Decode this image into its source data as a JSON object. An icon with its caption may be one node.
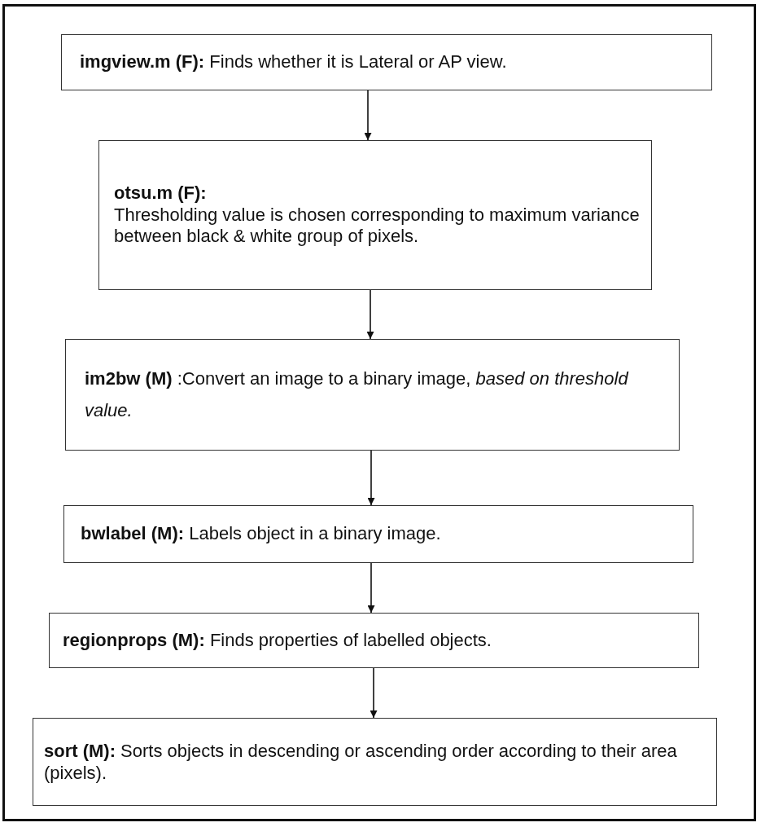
{
  "diagram": {
    "nodes": [
      {
        "text": [
          "**imgview.m (F):** Finds whether it is Lateral or AP view."
        ]
      },
      {
        "text": [
          "otsu.m (F):",
          "Thresholding value is chosen corresponding to maximum variance between black & white group of pixels."
        ]
      },
      {
        "text": [
          "**im2bw (M)** :Convert an image to a binary image, *based on threshold value.*"
        ]
      },
      {
        "text": [
          "**bwlabel (M):** Labels object in a binary image."
        ]
      },
      {
        "text": [
          "**regionprops (M):** Finds properties of labelled objects."
        ]
      },
      {
        "text": [
          "**sort (M):** Sorts objects in descending or ascending order according to their area (pixels)."
        ]
      }
    ],
    "edges": [
      {
        "from": 0,
        "to": 1,
        "arrow": "to"
      },
      {
        "from": 1,
        "to": 2,
        "arrow": "to"
      },
      {
        "from": 2,
        "to": 3,
        "arrow": "to"
      },
      {
        "from": 3,
        "to": 4,
        "arrow": "to"
      },
      {
        "from": 4,
        "to": 5,
        "arrow": "to"
      }
    ]
  }
}
